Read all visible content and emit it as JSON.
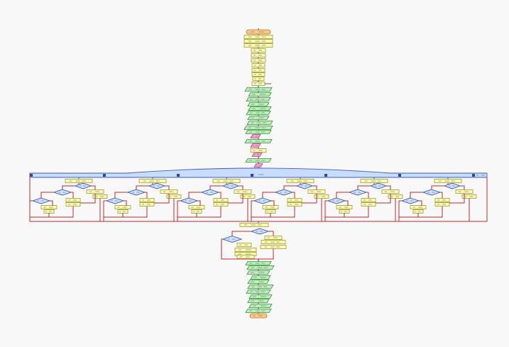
{
  "diagram": {
    "kind": "flowchart",
    "colors": {
      "background": "#f8f8f8",
      "flow_line": "#c62828",
      "connector": "#3a3a3a",
      "process_fill": "#fffcb0",
      "process_stroke": "#9c9a3a",
      "io_fill": "#b8f2b8",
      "io_stroke": "#3e8e3e",
      "terminal_fill": "#fcc98a",
      "terminal_stroke": "#c07020",
      "pink_fill": "#f7a3cf",
      "pink_stroke": "#b24a86",
      "decision_fill": "#cfe0ff",
      "decision_stroke": "#3056b0",
      "parallel_fill": "#c9dbff",
      "parallel_stroke": "#3b5fbf"
    },
    "shapes": {
      "terminal": "rounded-rectangle",
      "process": "rectangle",
      "io": "parallelogram",
      "decision": "diamond",
      "parallel": "horizontal-bar"
    },
    "branch_count": 6,
    "labels_legible": false
  }
}
